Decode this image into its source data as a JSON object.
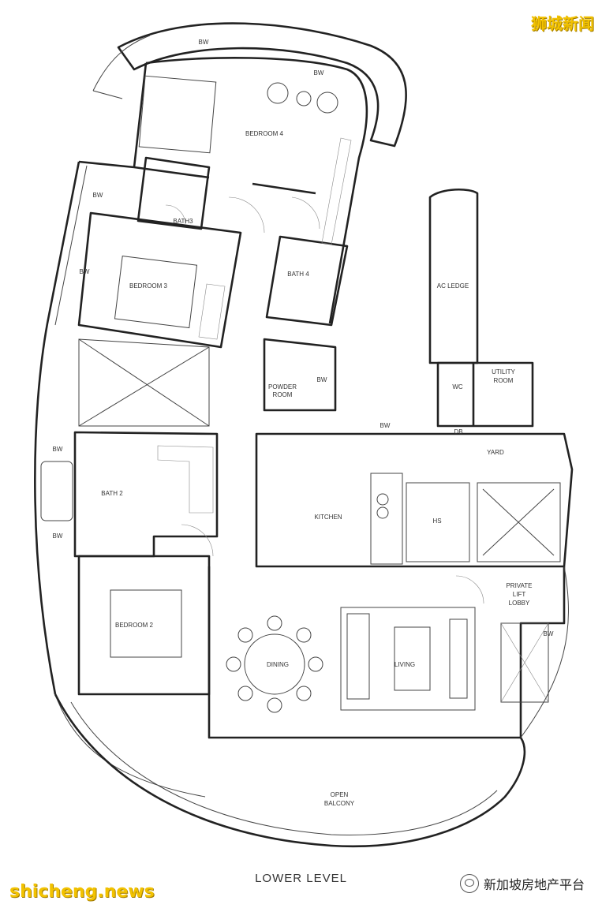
{
  "watermarks": {
    "top_right": "狮城新闻",
    "bottom_left": "shicheng.news",
    "bottom_right": "新加坡房地产平台"
  },
  "plan": {
    "level_title": "LOWER LEVEL",
    "rooms": {
      "bedroom4": "BEDROOM 4",
      "bedroom3": "BEDROOM 3",
      "bedroom2": "BEDROOM 2",
      "bath3": "BATH3",
      "bath4": "BATH 4",
      "bath2": "BATH 2",
      "powder_room_line1": "POWDER",
      "powder_room_line2": "ROOM",
      "ac_ledge": "AC LEDGE",
      "utility_line1": "UTILITY",
      "utility_line2": "ROOM",
      "wc": "WC",
      "db": "DB",
      "yard": "YARD",
      "kitchen": "KITCHEN",
      "hs": "HS",
      "lift_line1": "PRIVATE",
      "lift_line2": "LIFT",
      "lift_line3": "LOBBY",
      "dining": "DINING",
      "living": "LIVING",
      "balcony_line1": "OPEN",
      "balcony_line2": "BALCONY"
    },
    "bw": "BW"
  }
}
